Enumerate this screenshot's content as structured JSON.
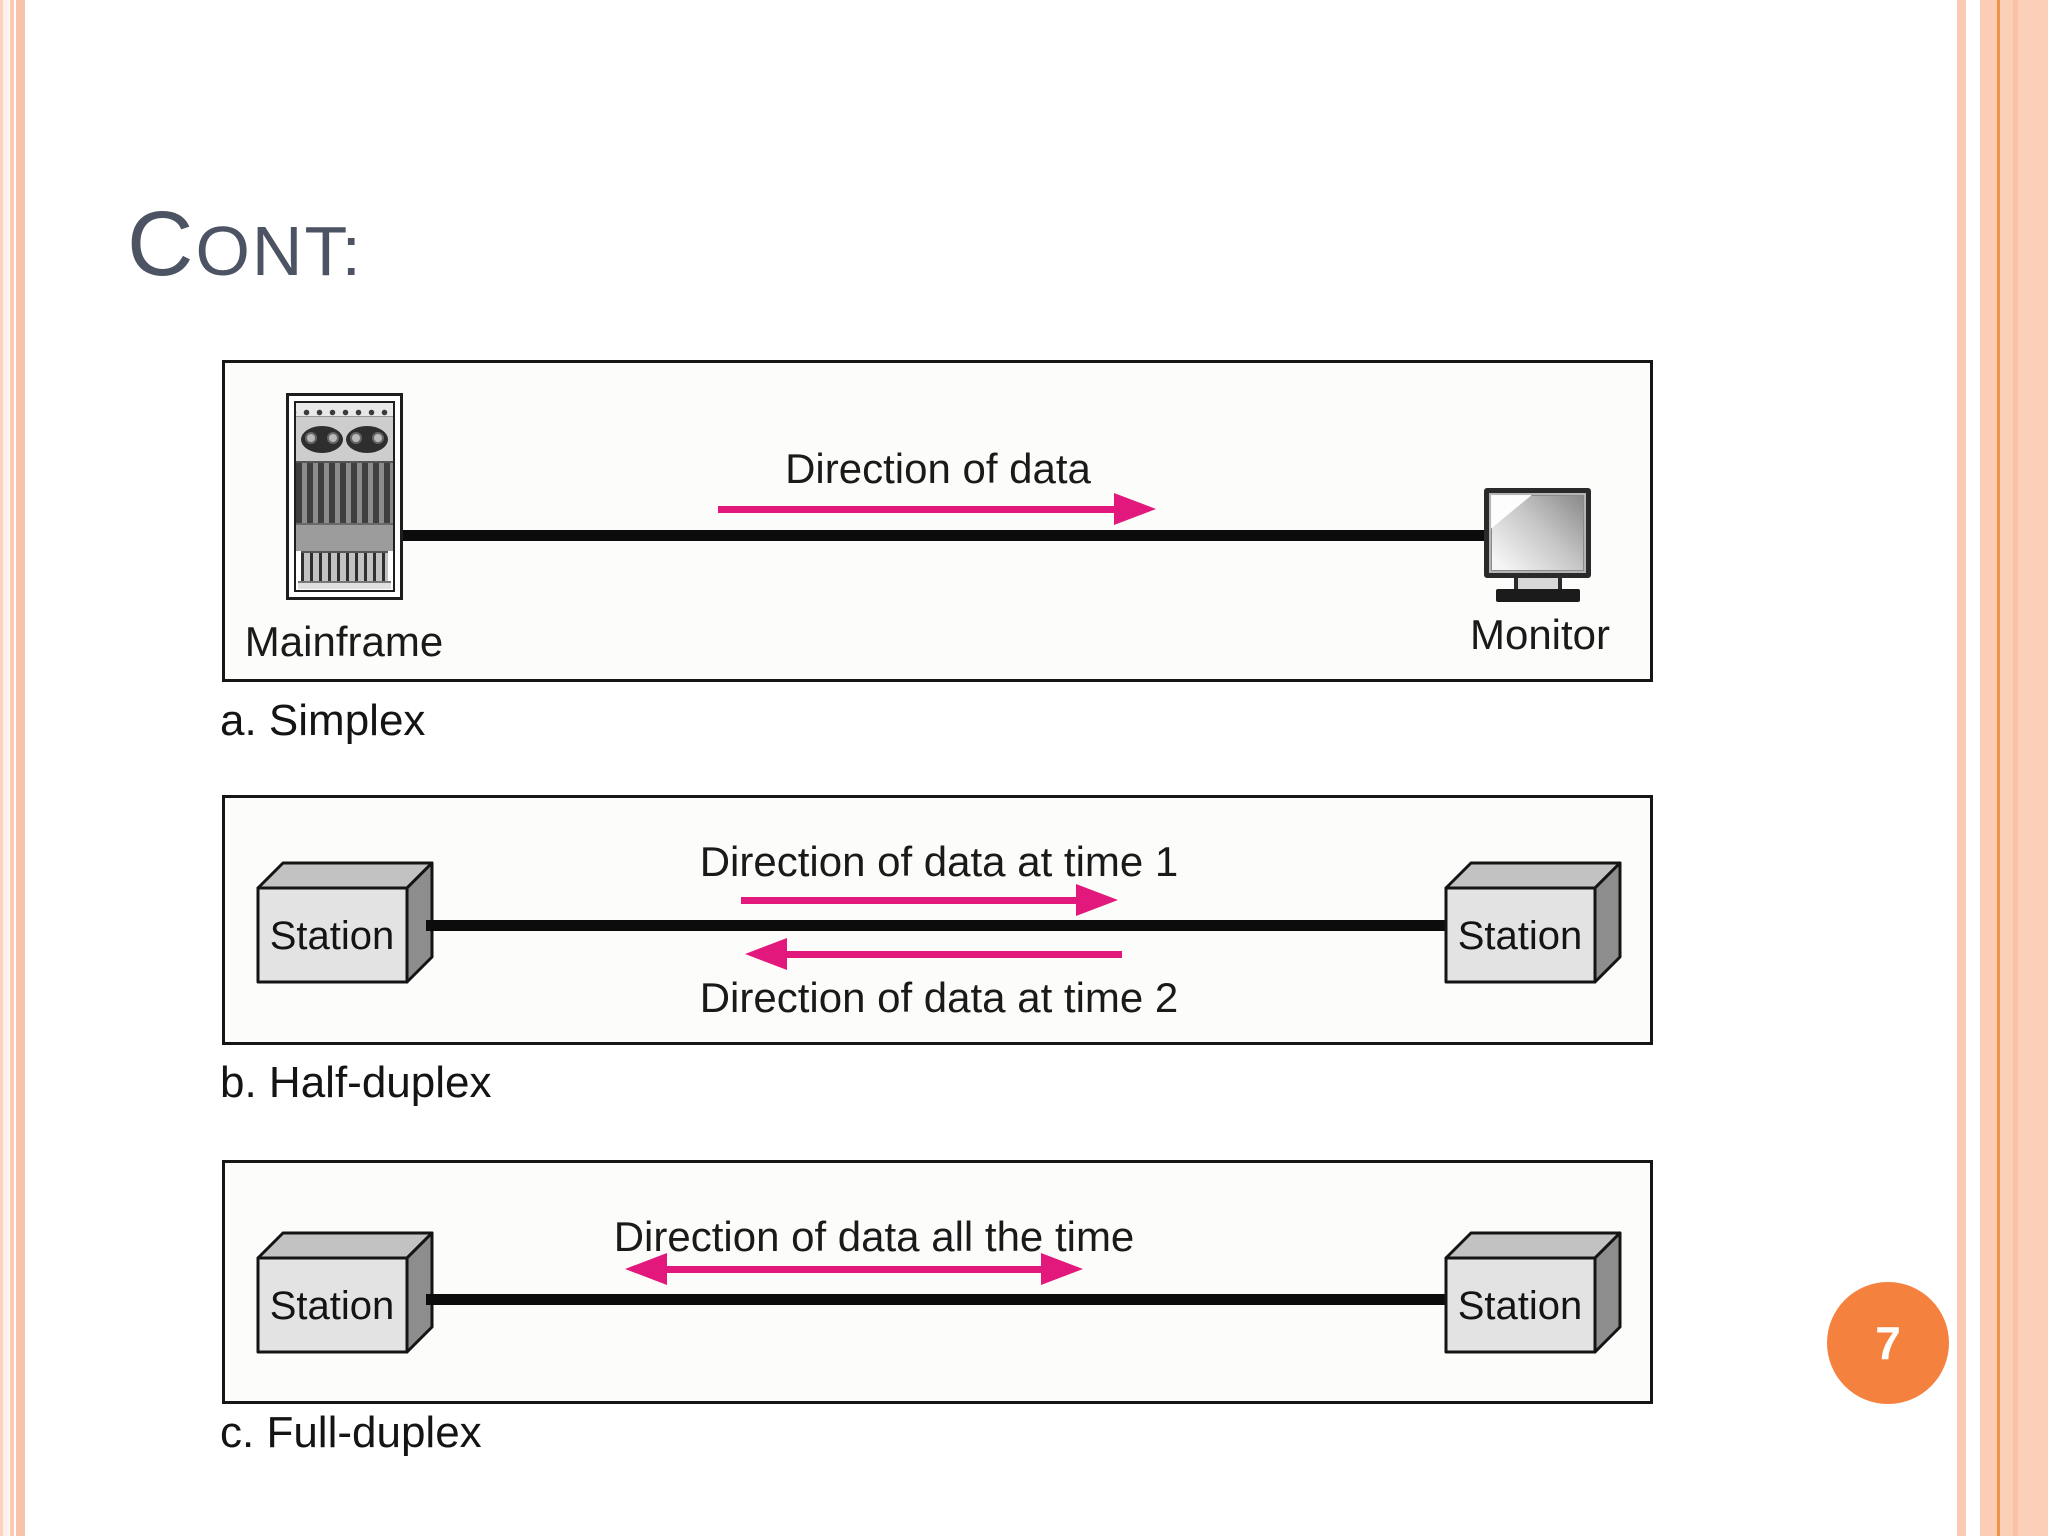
{
  "slide": {
    "title": {
      "initial": "C",
      "rest": "ONT:"
    },
    "page_number": "7"
  },
  "figures": [
    {
      "caption": "a. Simplex",
      "left_device": "Mainframe",
      "right_device": "Monitor",
      "arrow1": "Direction of data"
    },
    {
      "caption": "b. Half-duplex",
      "left_device": "Station",
      "right_device": "Station",
      "arrow1": "Direction of data at time 1",
      "arrow2": "Direction of data at time 2"
    },
    {
      "caption": "c. Full-duplex",
      "left_device": "Station",
      "right_device": "Station",
      "arrow1": "Direction of data all the time"
    }
  ],
  "colors": {
    "arrow_pink": "#E2187D",
    "accent_orange": "#F5813E",
    "stripe_peach": "#FAC9B1",
    "title_gray": "#4C5363",
    "line_black": "#0c0c0c"
  }
}
